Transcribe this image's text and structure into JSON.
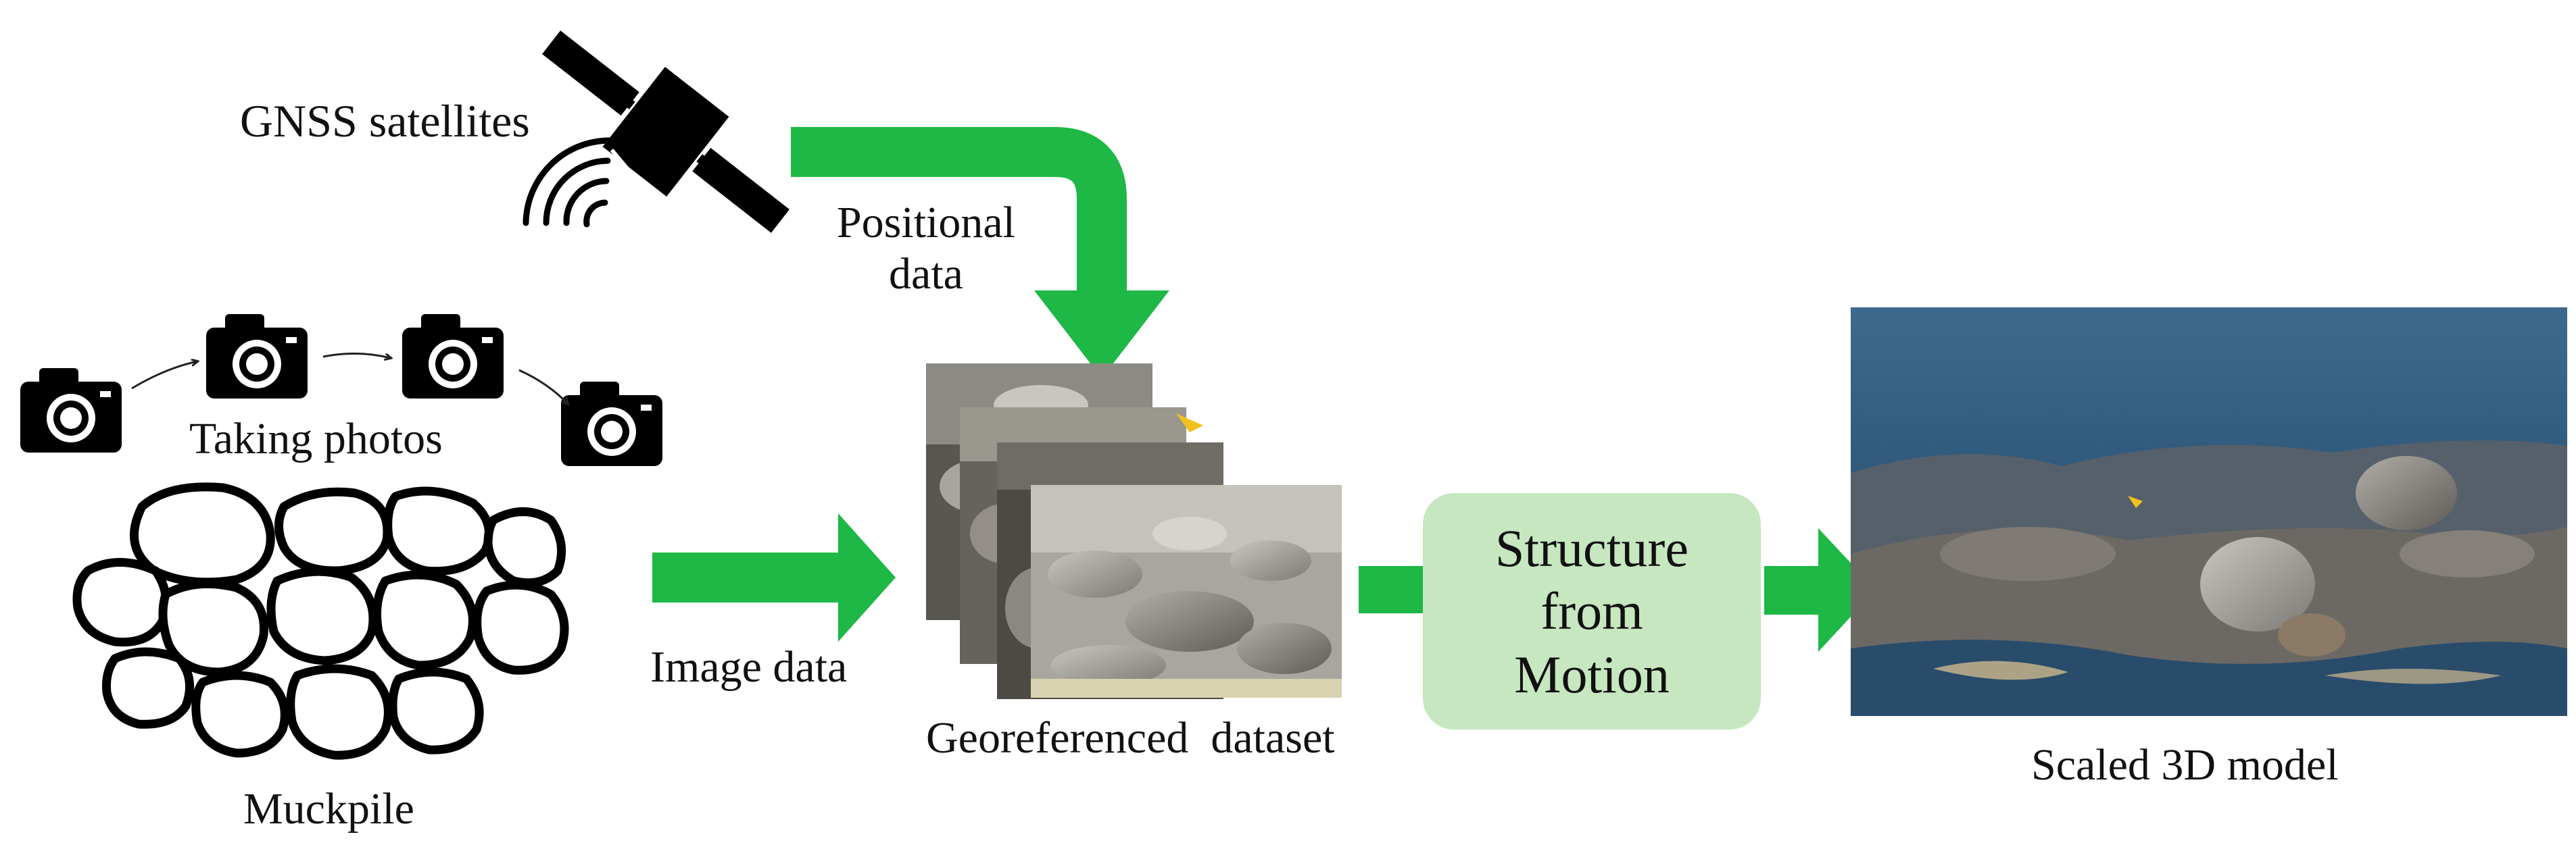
{
  "diagram": {
    "labels": {
      "gnss": "GNSS satellites",
      "positional_line1": "Positional",
      "positional_line2": "data",
      "taking_photos": "Taking photos",
      "muckpile": "Muckpile",
      "image_data": "Image data",
      "georeferenced": "Georeferenced  dataset",
      "sfm_line1": "Structure",
      "sfm_line2": "from",
      "sfm_line3": "Motion",
      "scaled_model": "Scaled 3D model"
    },
    "icons": {
      "satellite": "satellite-icon",
      "signal": "signal-waves-icon",
      "camera": "camera-icon",
      "rock": "rock-outline-icon",
      "arrow": "arrow-icon"
    },
    "colors": {
      "arrow_green": "#1db845",
      "box_fill": "#c6e7bf",
      "icon_black": "#000000",
      "model_blue": "#2c4f6e"
    }
  }
}
